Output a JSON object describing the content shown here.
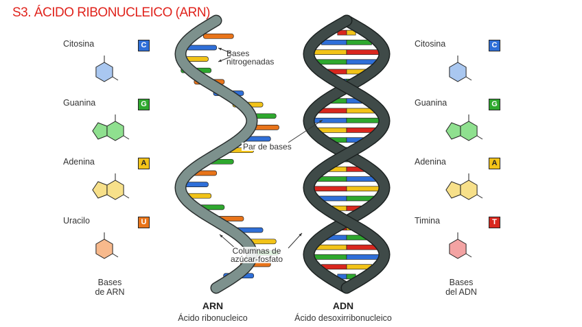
{
  "title": "S3. ÁCIDO RIBONUCLEICO (ARN)",
  "left_bases": [
    {
      "name": "Citosina",
      "letter": "C",
      "color": "#2f6fd8",
      "ring": "#a9c7f0"
    },
    {
      "name": "Guanina",
      "letter": "G",
      "color": "#2ea82e",
      "ring": "#8fe08f"
    },
    {
      "name": "Adenina",
      "letter": "A",
      "color": "#f2c318",
      "ring": "#f7e08a"
    },
    {
      "name": "Uracilo",
      "letter": "U",
      "color": "#e8741a",
      "ring": "#f7b98c"
    }
  ],
  "right_bases": [
    {
      "name": "Citosina",
      "letter": "C",
      "color": "#2f6fd8",
      "ring": "#a9c7f0"
    },
    {
      "name": "Guanina",
      "letter": "G",
      "color": "#2ea82e",
      "ring": "#8fe08f"
    },
    {
      "name": "Adenina",
      "letter": "A",
      "color": "#f2c318",
      "ring": "#f7e08a"
    },
    {
      "name": "Timina",
      "letter": "T",
      "color": "#d9271e",
      "ring": "#f3a3a3"
    }
  ],
  "left_caption": "Bases\nde ARN",
  "right_caption": "Bases\ndel ADN",
  "annotations": {
    "bases": "Bases\nnitrogenadas",
    "pair": "Par de bases",
    "backbone": "Columnas de\nazúcar-fosfato"
  },
  "rna": {
    "name": "ARN",
    "full": "Ácido ribonucleico"
  },
  "dna": {
    "name": "ADN",
    "full": "Ácido desoxirribonucleico"
  },
  "colors": {
    "rna_strand": "#7d918d",
    "dna_strand": "#3f4a48",
    "title": "#e0231c"
  }
}
